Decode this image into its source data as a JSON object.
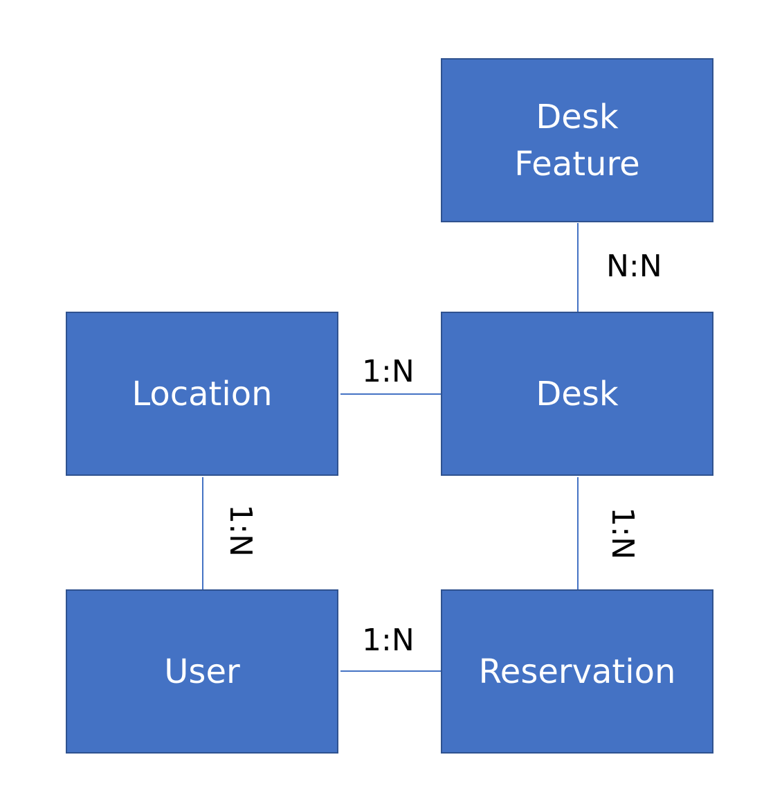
{
  "diagram": {
    "entities": {
      "desk_feature": "Desk\nFeature",
      "location": "Location",
      "desk": "Desk",
      "user": "User",
      "reservation": "Reservation"
    },
    "relationships": {
      "desk_feature_desk": "N:N",
      "location_desk": "1:N",
      "location_user": "1:N",
      "desk_reservation": "1:N",
      "user_reservation": "1:N"
    },
    "colors": {
      "entity_fill": "#4472c4",
      "entity_border": "#2f528f",
      "entity_text": "#ffffff",
      "connector": "#4472c4",
      "cardinality_text": "#000000"
    }
  }
}
